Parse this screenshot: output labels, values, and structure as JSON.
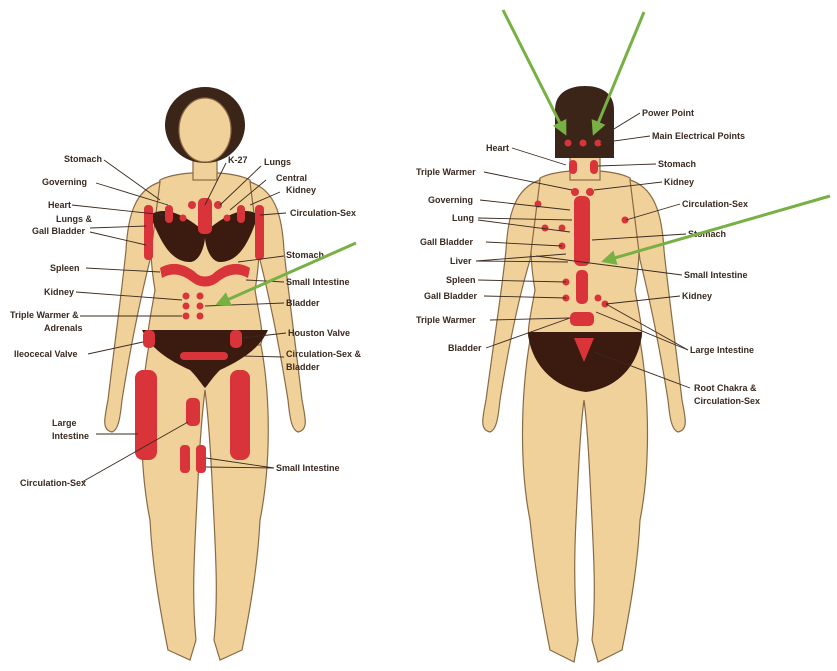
{
  "front": {
    "labels": {
      "stomach": "Stomach",
      "k27": "K-27",
      "lungs": "Lungs",
      "central": "Central",
      "kidney_top": "Kidney",
      "governing": "Governing",
      "heart": "Heart",
      "lungs_gall_1": "Lungs &",
      "lungs_gall_2": "Gall Bladder",
      "circ_sex": "Circulation-Sex",
      "stomach2": "Stomach",
      "spleen": "Spleen",
      "small_intestine": "Small Intestine",
      "kidney": "Kidney",
      "bladder": "Bladder",
      "triple_warmer_1": "Triple Warmer &",
      "triple_warmer_2": "Adrenals",
      "houston_valve": "Houston Valve",
      "ileocecal_valve": "Ileocecal Valve",
      "circ_sex_bladder_1": "Circulation-Sex &",
      "circ_sex_bladder_2": "Bladder",
      "large_intestine_1": "Large",
      "large_intestine_2": "Intestine",
      "small_intestine_2": "Small Intestine",
      "circ_sex_2": "Circulation-Sex"
    }
  },
  "back": {
    "labels": {
      "power_point": "Power Point",
      "main_electrical": "Main Electrical Points",
      "heart": "Heart",
      "stomach": "Stomach",
      "triple_warmer": "Triple Warmer",
      "kidney": "Kidney",
      "governing": "Governing",
      "circ_sex": "Circulation-Sex",
      "lung": "Lung",
      "stomach2": "Stomach",
      "gall_bladder": "Gall Bladder",
      "liver": "Liver",
      "small_intestine": "Small Intestine",
      "spleen": "Spleen",
      "gall_bladder2": "Gall Bladder",
      "kidney2": "Kidney",
      "triple_warmer2": "Triple Warmer",
      "large_intestine": "Large Intestine",
      "bladder": "Bladder",
      "root_chakra_1": "Root Chakra &",
      "root_chakra_2": "Circulation-Sex"
    }
  },
  "colors": {
    "skin": "#f1d19a",
    "points": "#d8343a",
    "swimsuit": "#3b1a10",
    "hair": "#3b2418",
    "arrows": "#77b043",
    "text": "#3a2a20"
  }
}
